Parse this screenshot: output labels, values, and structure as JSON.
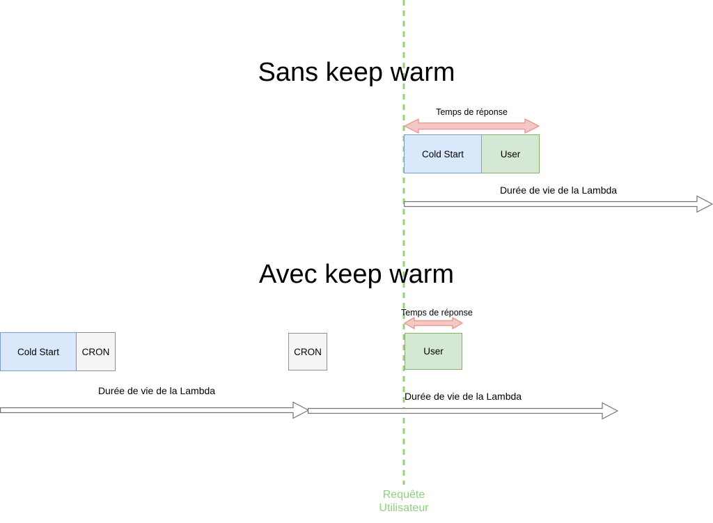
{
  "colors": {
    "dashed_line_green": "#97d077",
    "request_label_green": "#8ed07c",
    "box_blue_fill": "#dae8fc",
    "box_blue_border": "#7d9bc7",
    "box_green_fill": "#d5e8d4",
    "box_green_border": "#82b366",
    "box_gray_fill": "#f5f5f5",
    "box_gray_border": "#8f8f8f",
    "arrow_pink_fill": "#f3c7c4",
    "arrow_pink_border": "#e89b94",
    "arrow_outline_gray": "#737373",
    "text_black": "#000000"
  },
  "sans_section": {
    "title": "Sans keep warm",
    "response_time_label": "Temps de réponse",
    "cold_start_box": "Cold Start",
    "user_box": "User",
    "lifetime_label": "Durée de vie de la Lambda"
  },
  "avec_section": {
    "title": "Avec keep warm",
    "response_time_label": "Temps de réponse",
    "cold_start_box": "Cold Start",
    "cron_box_1": "CRON",
    "cron_box_2": "CRON",
    "user_box": "User",
    "lifetime_label_1": "Durée de vie de la Lambda",
    "lifetime_label_2": "Durée de vie de la Lambda"
  },
  "request_marker": {
    "line1": "Requête",
    "line2": "Utilisateur"
  }
}
